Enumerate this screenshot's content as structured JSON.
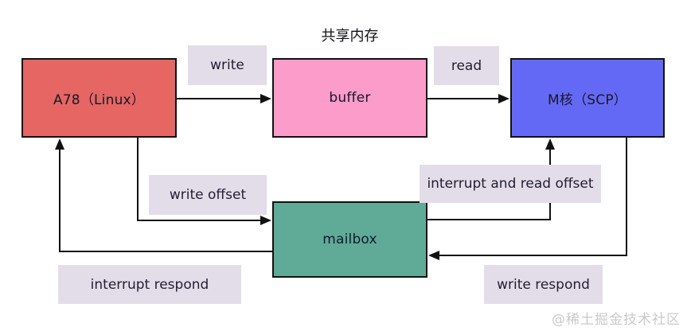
{
  "diagram": {
    "title": "共享内存",
    "nodes": {
      "a78": {
        "label": "A78（Linux）",
        "color": "#e56662"
      },
      "buffer": {
        "label": "buffer",
        "color": "#fb9cca"
      },
      "mcore": {
        "label": "M核（SCP）",
        "color": "#6469f5"
      },
      "mailbox": {
        "label": "mailbox",
        "color": "#5fab98"
      }
    },
    "edge_labels": {
      "write": "write",
      "read": "read",
      "write_offset": "write offset",
      "interrupt_and_read_offset": "interrupt and read offset",
      "interrupt_respond": "interrupt respond",
      "write_respond": "write respond"
    },
    "colors": {
      "label_bg": "#e3dde9",
      "line": "#111111",
      "watermark": "#c9c9c9"
    },
    "watermark": "@稀土掘金技术社区"
  }
}
